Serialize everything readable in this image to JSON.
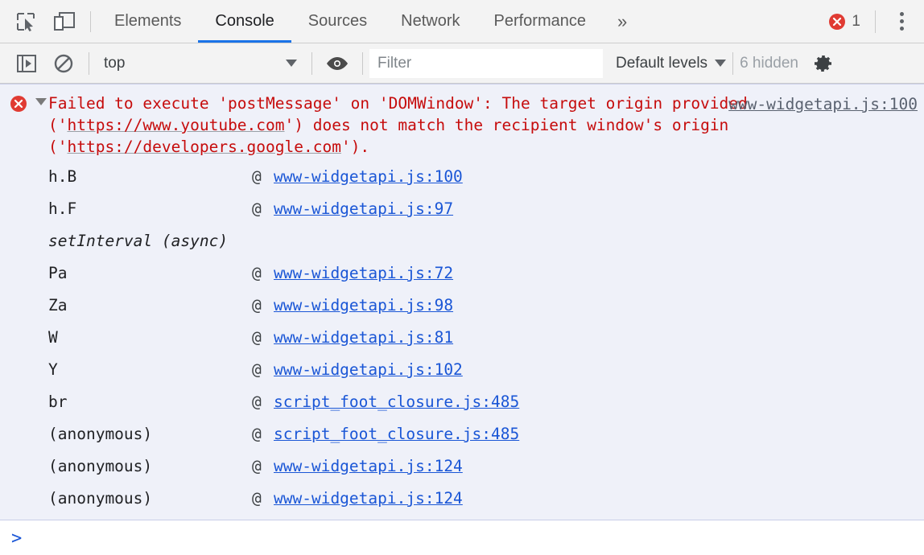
{
  "tabbar": {
    "icons": [
      {
        "name": "inspect-element-icon",
        "label": "Inspect element"
      },
      {
        "name": "device-toolbar-icon",
        "label": "Toggle device toolbar"
      }
    ],
    "tabs": [
      {
        "label": "Elements",
        "selected": false
      },
      {
        "label": "Console",
        "selected": true
      },
      {
        "label": "Sources",
        "selected": false
      },
      {
        "label": "Network",
        "selected": false
      },
      {
        "label": "Performance",
        "selected": false
      }
    ],
    "more_tabs": "»",
    "error_badge": {
      "icon": "error-circle-icon",
      "count": "1",
      "color": "#e03b33"
    },
    "menu_icon": "kebab-menu-icon"
  },
  "console_toolbar": {
    "sidebar_toggle_icon": "console-sidebar-toggle-icon",
    "clear_icon": "clear-console-icon",
    "context": {
      "value": "top",
      "caret": "chevron-down-icon"
    },
    "eye_icon": "live-expression-eye-icon",
    "filter": {
      "value": "",
      "placeholder": "Filter"
    },
    "levels": {
      "label": "Default levels",
      "caret": "chevron-down-icon"
    },
    "hidden": "6 hidden",
    "settings_icon": "gear-icon"
  },
  "console": {
    "error": {
      "icon": "error-circle-icon",
      "disclosure": "triangle-down-icon",
      "text_parts": [
        {
          "t": "Failed to execute 'postMessage' on 'DOMWindow': The target origin provided ('",
          "link": false
        },
        {
          "t": "https://www.youtube.com",
          "link": true
        },
        {
          "t": "') does not match the recipient window's origin ('",
          "link": false
        },
        {
          "t": "https://developers.google.com",
          "link": true
        },
        {
          "t": "').",
          "link": false
        }
      ],
      "source_link": "www-widgetapi.js:100",
      "stack": [
        {
          "fn": "h.B",
          "at": "@",
          "link": "www-widgetapi.js:100",
          "async": false
        },
        {
          "fn": "h.F",
          "at": "@",
          "link": "www-widgetapi.js:97",
          "async": false
        },
        {
          "fn": "setInterval (async)",
          "at": "",
          "link": "",
          "async": true
        },
        {
          "fn": "Pa",
          "at": "@",
          "link": "www-widgetapi.js:72",
          "async": false
        },
        {
          "fn": "Za",
          "at": "@",
          "link": "www-widgetapi.js:98",
          "async": false
        },
        {
          "fn": "W",
          "at": "@",
          "link": "www-widgetapi.js:81",
          "async": false
        },
        {
          "fn": "Y",
          "at": "@",
          "link": "www-widgetapi.js:102",
          "async": false
        },
        {
          "fn": "br",
          "at": "@",
          "link": "script_foot_closure.js:485",
          "async": false
        },
        {
          "fn": "(anonymous)",
          "at": "@",
          "link": "script_foot_closure.js:485",
          "async": false
        },
        {
          "fn": "(anonymous)",
          "at": "@",
          "link": "www-widgetapi.js:124",
          "async": false
        },
        {
          "fn": "(anonymous)",
          "at": "@",
          "link": "www-widgetapi.js:124",
          "async": false
        }
      ]
    },
    "prompt": {
      "chevron": ">",
      "value": ""
    }
  },
  "colors": {
    "error_red": "#c60c0c",
    "link_blue": "#1a56d6",
    "accent_blue": "#1a73e8",
    "error_bg": "#eff1f9",
    "toolbar_bg": "#f3f3f3"
  }
}
